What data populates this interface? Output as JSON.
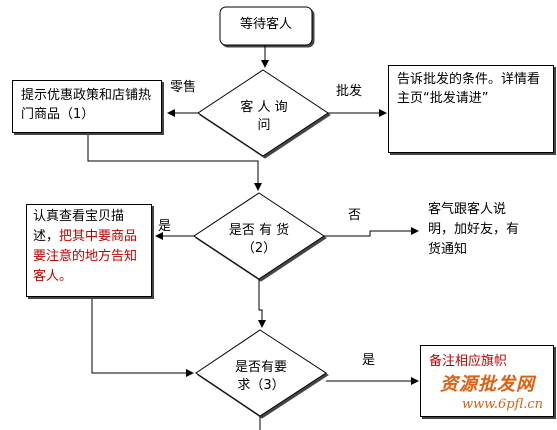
{
  "nodes": {
    "start": "等待客人",
    "ask_q": "客 人 询 问",
    "retail_box": "提示优惠政策和店铺热门商品（1）",
    "wholesale_box": "告诉批发的条件。详情看主页“批发请进”",
    "stock_q": "是否 有 货（2）",
    "yes_box_black": "认真查看宝贝描述，",
    "yes_box_red": "把其中要商品要注意的地方告知客人。",
    "no_box": "客气跟客人说明，加好友，有货通知",
    "req_q": "是否有要 求（3）",
    "note_box": "备注相应旗帜"
  },
  "edges": {
    "retail": "零售",
    "wholesale": "批发",
    "stock_yes": "是",
    "stock_no": "否",
    "req_yes": "是"
  },
  "watermark": {
    "text": "资源批发网",
    "url": "www.6pfl.cn"
  },
  "colors": {
    "line": "#000000",
    "accent_text": "#c00000",
    "watermark": "#e06010"
  }
}
